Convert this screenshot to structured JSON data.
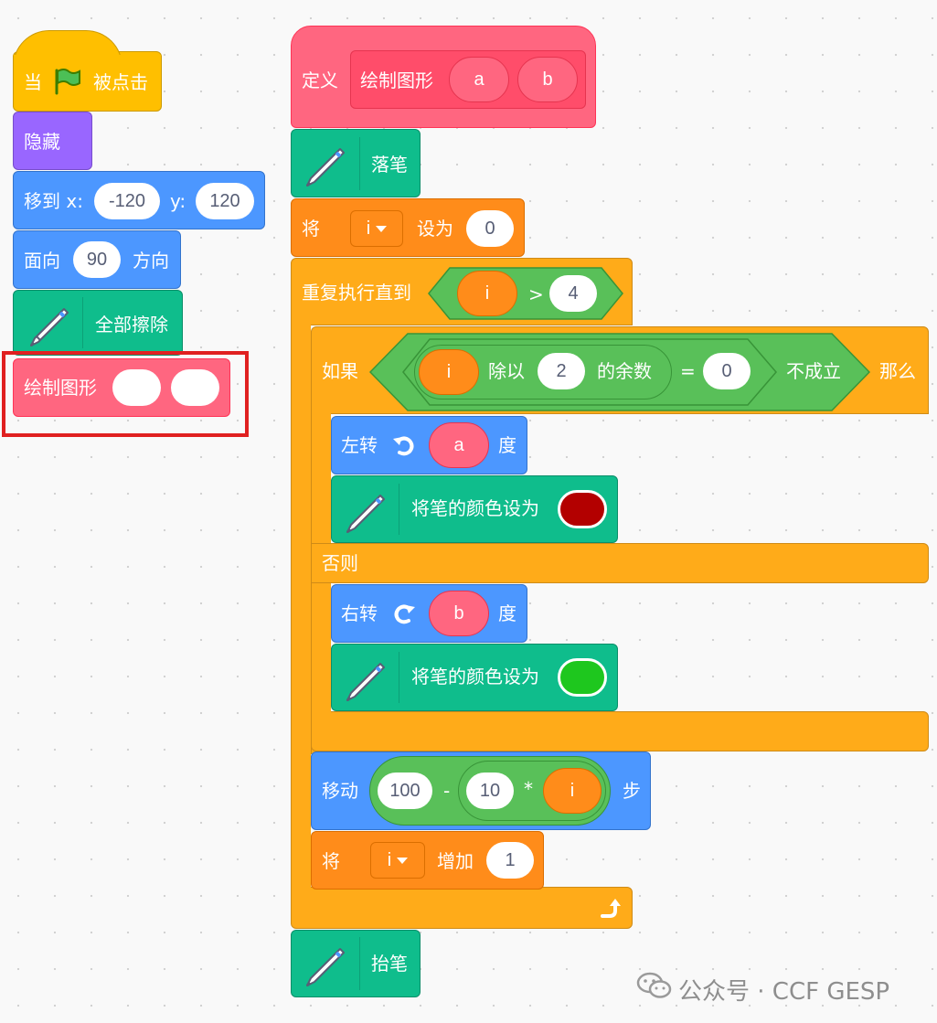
{
  "left_script": {
    "hat": {
      "when": "当",
      "clicked": "被点击"
    },
    "hide": "隐藏",
    "goto": {
      "label": "移到 x:",
      "x": "-120",
      "ylabel": "y:",
      "y": "120"
    },
    "point": {
      "label": "面向",
      "value": "90",
      "suffix": "方向"
    },
    "erase": "全部擦除",
    "call": {
      "label": "绘制图形",
      "arg1": "",
      "arg2": ""
    }
  },
  "define": {
    "label": "定义",
    "name": "绘制图形",
    "param_a": "a",
    "param_b": "b"
  },
  "pen_down": "落笔",
  "set_var": {
    "label": "将",
    "var": "i",
    "to": "设为",
    "value": "0"
  },
  "repeat_until": {
    "label": "重复执行直到",
    "left": "i",
    "op": ">",
    "right": "4"
  },
  "if_block": {
    "if": "如果",
    "then": "那么",
    "else": "否则",
    "mod_var": "i",
    "mod_label": "除以",
    "mod_divisor": "2",
    "mod_suffix": "的余数",
    "eq": "=",
    "eq_value": "0",
    "not": "不成立"
  },
  "turn_left": {
    "label": "左转",
    "param": "a",
    "unit": "度"
  },
  "pen_color_1": {
    "label": "将笔的颜色设为",
    "color": "#b30000"
  },
  "turn_right": {
    "label": "右转",
    "param": "b",
    "unit": "度"
  },
  "pen_color_2": {
    "label": "将笔的颜色设为",
    "color": "#1ec71e"
  },
  "move": {
    "label": "移动",
    "a": "100",
    "minus": "-",
    "b": "10",
    "times": "*",
    "var": "i",
    "suffix": "步"
  },
  "change_var": {
    "label": "将",
    "var": "i",
    "by": "增加",
    "value": "1"
  },
  "pen_up": "抬笔",
  "watermark": "公众号 · CCF GESP"
}
